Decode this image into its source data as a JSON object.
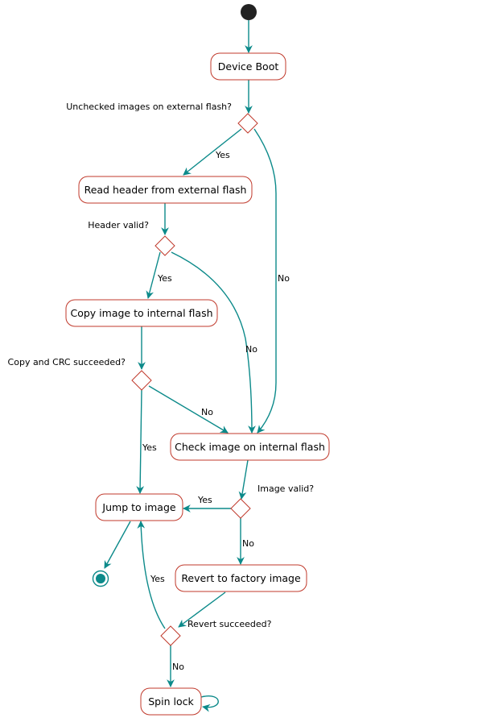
{
  "nodes": {
    "device_boot": "Device Boot",
    "read_header": "Read header from external flash",
    "copy_image": "Copy image to internal flash",
    "check_image": "Check image on internal flash",
    "jump_to_image": "Jump to image",
    "revert_factory": "Revert to factory image",
    "spin_lock": "Spin lock"
  },
  "decisions": {
    "unchecked_images": "Unchecked images on external flash?",
    "header_valid": "Header valid?",
    "copy_crc": "Copy and CRC succeeded?",
    "image_valid": "Image valid?",
    "revert_succeeded": "Revert succeeded?"
  },
  "edges": {
    "unchecked_yes": "Yes",
    "unchecked_no": "No",
    "header_yes": "Yes",
    "header_no": "No",
    "copy_yes": "Yes",
    "copy_no": "No",
    "image_yes": "Yes",
    "image_no": "No",
    "revert_yes": "Yes",
    "revert_no": "No"
  },
  "colors": {
    "arrow": "#0c8a8a",
    "node_border": "#c0392b",
    "start": "#222222",
    "end": "#0c8a8a"
  }
}
